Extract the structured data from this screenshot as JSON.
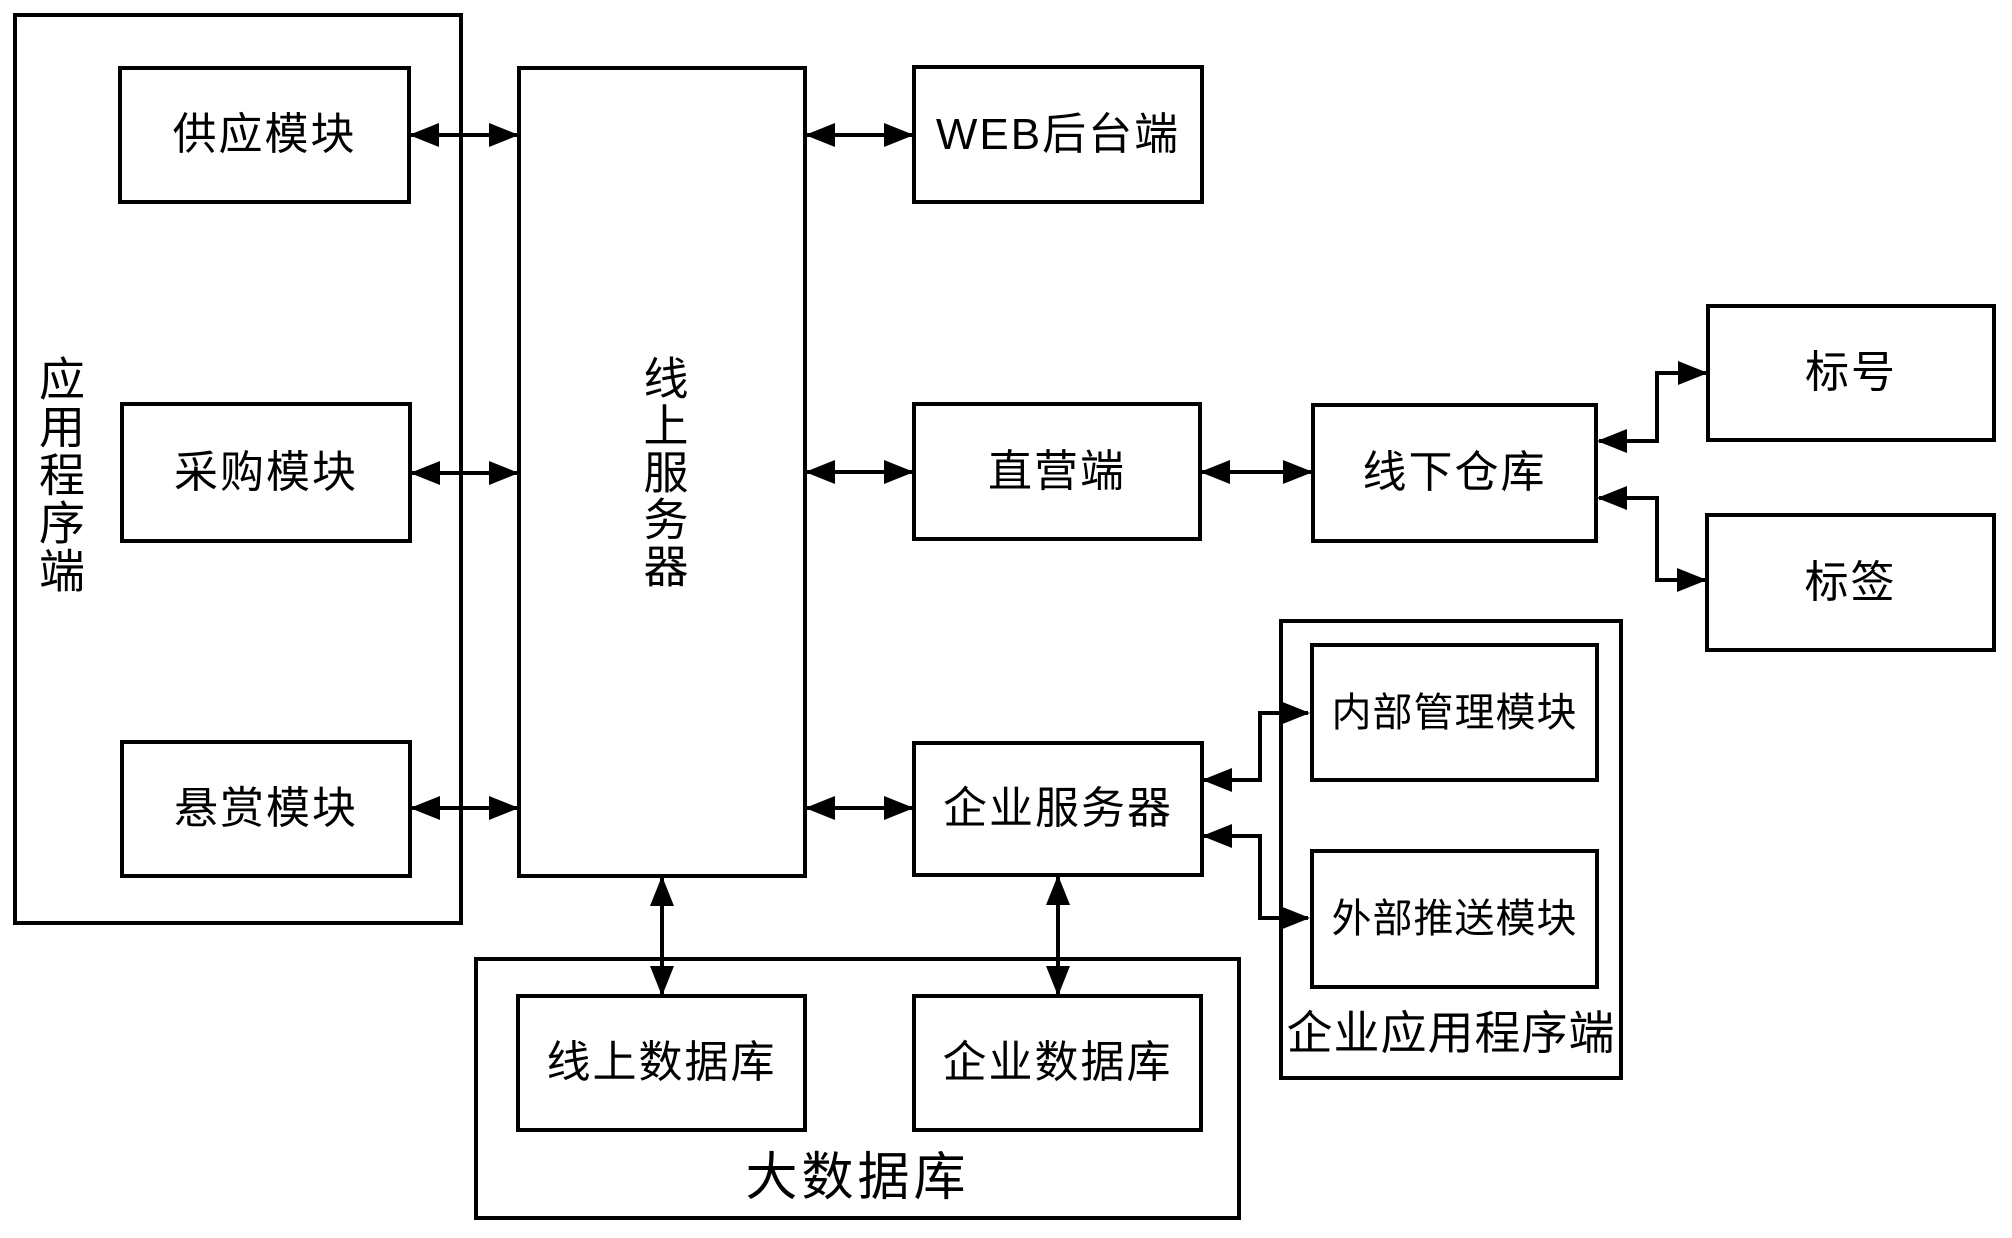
{
  "diagram": {
    "app_client": {
      "label": "应用程序端",
      "supply_module": "供应模块",
      "procurement_module": "采购模块",
      "bounty_module": "悬赏模块"
    },
    "online_server": "线上服务器",
    "web_backend": "WEB后台端",
    "direct_store": "直营端",
    "offline_warehouse": "线下仓库",
    "mark_number": "标号",
    "mark_tag": "标签",
    "enterprise_server": "企业服务器",
    "enterprise_app_client": {
      "label": "企业应用程序端",
      "internal_module": "内部管理模块",
      "external_module": "外部推送模块"
    },
    "big_database": {
      "label": "大数据库",
      "online_db": "线上数据库",
      "enterprise_db": "企业数据库"
    },
    "colors": {
      "line": "#000000",
      "background": "#ffffff"
    }
  }
}
